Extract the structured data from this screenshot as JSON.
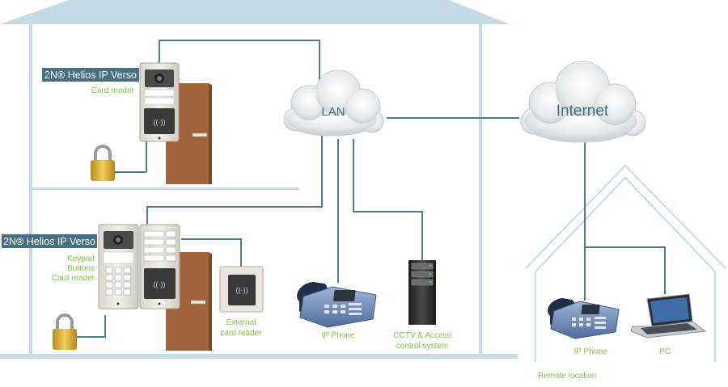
{
  "main_house": {
    "upper_device": {
      "title": "2N® Helios IP Verso",
      "subtitle": "Card reader"
    },
    "lower_device": {
      "title": "2N® Helios IP Verso",
      "features": [
        "Keypad",
        "Buttons",
        "Card reader"
      ]
    },
    "external_reader": [
      "External",
      "card reader"
    ],
    "ip_phone": "IP Phone",
    "cctv": [
      "CCTV & Access",
      "control system"
    ]
  },
  "network": {
    "lan": "LAN",
    "internet": "Internet"
  },
  "remote": {
    "ip_phone": "IP Phone",
    "pc": "PC",
    "caption": "Remote location"
  },
  "colors": {
    "house": "#c5dbe6",
    "wire": "#4e7d8c",
    "label_green": "#7ac943",
    "title_bg": "#46707f",
    "door": "#a1643c"
  }
}
